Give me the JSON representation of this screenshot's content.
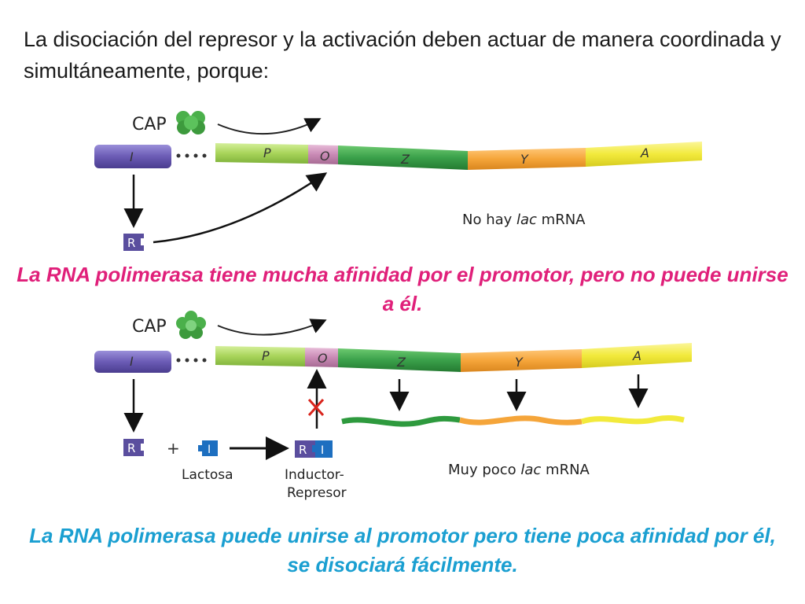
{
  "heading": "La disociación del represor y la activación deben actuar de manera coordinada y simultáneamente, porque:",
  "captions": {
    "top": "La RNA polimerasa tiene mucha afinidad por el promotor, pero no puede unirse a él.",
    "bottom": "La RNA polimerasa puede unirse al promotor pero tiene poca afinidad por él, se disociará fácilmente."
  },
  "labels": {
    "cap": "CAP",
    "gene_i": "I",
    "gene_p": "P",
    "gene_o": "O",
    "gene_z": "Z",
    "gene_y": "Y",
    "gene_a": "A",
    "repressor": "R",
    "inducer": "I",
    "plus": "+",
    "lactose": "Lactosa",
    "inductor_line1": "Inductor-",
    "inductor_line2": "Represor",
    "no_mrna_prefix": "No hay ",
    "mrna_lac": "lac",
    "mrna_suffix": " mRNA",
    "few_mrna_prefix": "Muy poco "
  },
  "colors": {
    "pink_caption": "#e0207a",
    "blue_caption": "#1a9fd1",
    "gene_i": "#6b5bb5",
    "promoter": "#a8d45a",
    "operator": "#c98ab5",
    "z_gene": "#3aa04a",
    "y_gene": "#f5a53a",
    "a_gene": "#f2ea3c",
    "cap": "#4bb04b",
    "repressor": "#5a4e9e",
    "inducer": "#1d6fc0",
    "inhibit_mark": "#d9241c"
  }
}
